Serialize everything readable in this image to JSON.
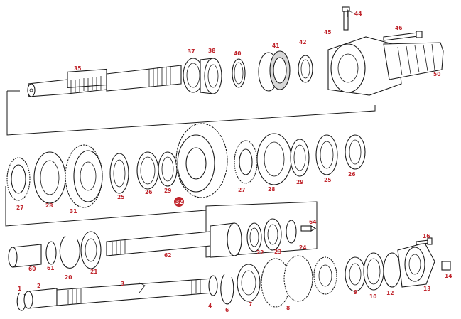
{
  "callouts": {
    "c1": "1",
    "c2": "2",
    "c3": "3",
    "c4": "4",
    "c6": "6",
    "c7": "7",
    "c8": "8",
    "c9": "9",
    "c10": "10",
    "c12": "12",
    "c13": "13",
    "c14": "14",
    "c16": "16",
    "c20": "20",
    "c21": "21",
    "c22": "22",
    "c23": "23",
    "c24": "24",
    "c25a": "25",
    "c25b": "25",
    "c26a": "26",
    "c26b": "26",
    "c27a": "27",
    "c27b": "27",
    "c28a": "28",
    "c28b": "28",
    "c29a": "29",
    "c29b": "29",
    "c31": "31",
    "c32": "32",
    "c35": "35",
    "c37": "37",
    "c38": "38",
    "c40": "40",
    "c41": "41",
    "c42": "42",
    "c44": "44",
    "c45": "45",
    "c46": "46",
    "c50": "50",
    "c60": "60",
    "c61": "61",
    "c62": "62",
    "c64": "64"
  },
  "colors": {
    "callout": "#c0262d",
    "line": "#1a1a1a"
  }
}
